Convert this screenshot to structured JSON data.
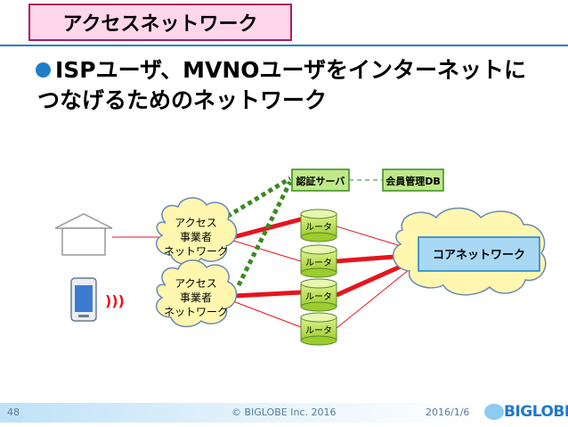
{
  "slide": {
    "title": "アクセスネットワーク",
    "bullet_line1": "ISPユーザ、MVNOユーザをインターネットに",
    "bullet_line2": "つなげるためのネットワーク"
  },
  "diagram": {
    "auth_server": "認証サーバ",
    "member_db": "会員管理DB",
    "access_cloud_top": [
      "アクセス",
      "事業者",
      "ネットワーク"
    ],
    "access_cloud_bottom": [
      "アクセス",
      "事業者",
      "ネットワーク"
    ],
    "routers": [
      "ルータ",
      "ルータ",
      "ルータ",
      "ルータ"
    ],
    "core_network": "コアネットワーク",
    "wireless_symbol": ")))"
  },
  "footer": {
    "page_number": "48",
    "copyright": "© BIGLOBE Inc. 2016",
    "date": "2016/1/6",
    "logo": "BIGLOBE"
  },
  "colors": {
    "accent_blue": "#1e7fc8",
    "title_fill": "#ffd6ea",
    "link_red": "#e8141c",
    "auth_link_green": "#3a8a1e",
    "router_fill": "#b6e04a",
    "core_fill": "#a9d8f5",
    "cloud_fill": "#fff7b0"
  }
}
